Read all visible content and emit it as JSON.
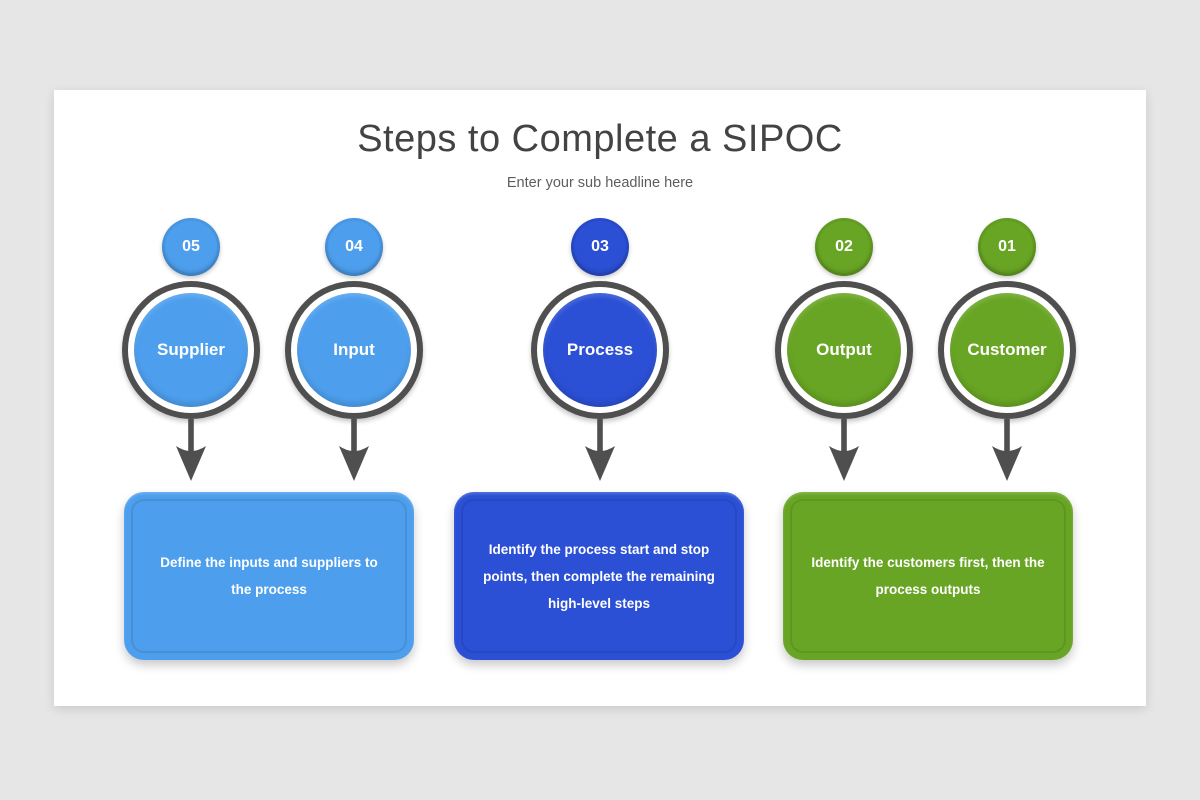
{
  "slide": {
    "title": "Steps to Complete a SIPOC",
    "subtitle": "Enter your sub headline here"
  },
  "steps": [
    {
      "number": "05",
      "label": "Supplier",
      "color": "#4d9fee"
    },
    {
      "number": "04",
      "label": "Input",
      "color": "#4d9fee"
    },
    {
      "number": "03",
      "label": "Process",
      "color": "#2b50d5"
    },
    {
      "number": "02",
      "label": "Output",
      "color": "#68a524"
    },
    {
      "number": "01",
      "label": "Customer",
      "color": "#68a524"
    }
  ],
  "boxes": [
    {
      "text": "Define the inputs and suppliers to the process",
      "color": "#4d9fee"
    },
    {
      "text": "Identify the process start and stop points, then complete the remaining high-level steps",
      "color": "#2b50d5"
    },
    {
      "text": "Identify the customers first, then the process outputs",
      "color": "#68a524"
    }
  ],
  "palette": {
    "canvas_background": "#e7e6e6",
    "slide_background": "#ffffff",
    "ring_and_arrow_gray": "#4f4f4f",
    "title_text": "#434343",
    "subtitle_text": "#5d5d5d",
    "light_blue": "#4d9fee",
    "royal_blue": "#2b50d5",
    "green": "#68a524"
  },
  "icons": {
    "down_arrow": "down-arrow-icon"
  }
}
